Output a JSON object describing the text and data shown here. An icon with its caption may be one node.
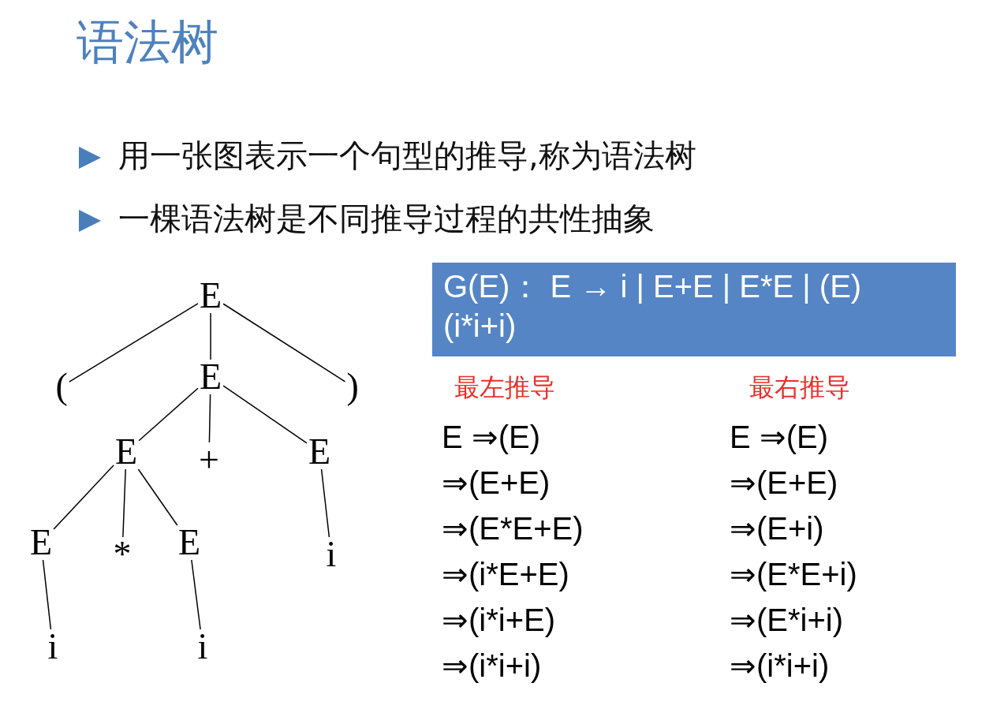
{
  "diagram": {
    "title": "语法树",
    "nodes": [
      {
        "text": [
          "E"
        ]
      },
      {
        "text": [
          "("
        ]
      },
      {
        "text": [
          "E"
        ]
      },
      {
        "text": [
          ")"
        ]
      },
      {
        "text": [
          "E"
        ]
      },
      {
        "text": [
          "+"
        ]
      },
      {
        "text": [
          "E"
        ]
      },
      {
        "text": [
          "E"
        ]
      },
      {
        "text": [
          "*"
        ]
      },
      {
        "text": [
          "E"
        ]
      },
      {
        "text": [
          "i"
        ]
      },
      {
        "text": [
          "i"
        ]
      },
      {
        "text": [
          "i"
        ]
      },
      {
        "text": [
          "G(E)： E → i | E+E | E*E | (E)",
          "(i*i+i)"
        ]
      }
    ],
    "edges": [
      {
        "from": 0,
        "to": 1,
        "arrow": "none"
      },
      {
        "from": 0,
        "to": 2,
        "arrow": "none"
      },
      {
        "from": 0,
        "to": 3,
        "arrow": "none"
      },
      {
        "from": 2,
        "to": 4,
        "arrow": "none"
      },
      {
        "from": 2,
        "to": 5,
        "arrow": "none"
      },
      {
        "from": 2,
        "to": 6,
        "arrow": "none"
      },
      {
        "from": 4,
        "to": 7,
        "arrow": "none"
      },
      {
        "from": 4,
        "to": 8,
        "arrow": "none"
      },
      {
        "from": 4,
        "to": 9,
        "arrow": "none"
      },
      {
        "from": 6,
        "to": 10,
        "arrow": "none"
      },
      {
        "from": 7,
        "to": 11,
        "arrow": "none"
      },
      {
        "from": 9,
        "to": 12,
        "arrow": "none"
      }
    ],
    "labels": [
      "用一张图表示一个句型的推导,称为语法树",
      "一棵语法树是不同推导过程的共性抽象",
      "最左推导",
      "最右推导",
      "E ⇒(E)",
      "E ⇒(E)",
      "⇒(E+E)",
      "⇒(E+E)",
      "⇒(E*E+E)",
      "⇒(E+i)",
      "⇒(i*E+E)",
      "⇒(E*E+i)",
      "⇒(i*i+E)",
      "⇒(E*i+i)",
      "⇒(i*i+i)",
      "⇒(i*i+i)"
    ]
  }
}
